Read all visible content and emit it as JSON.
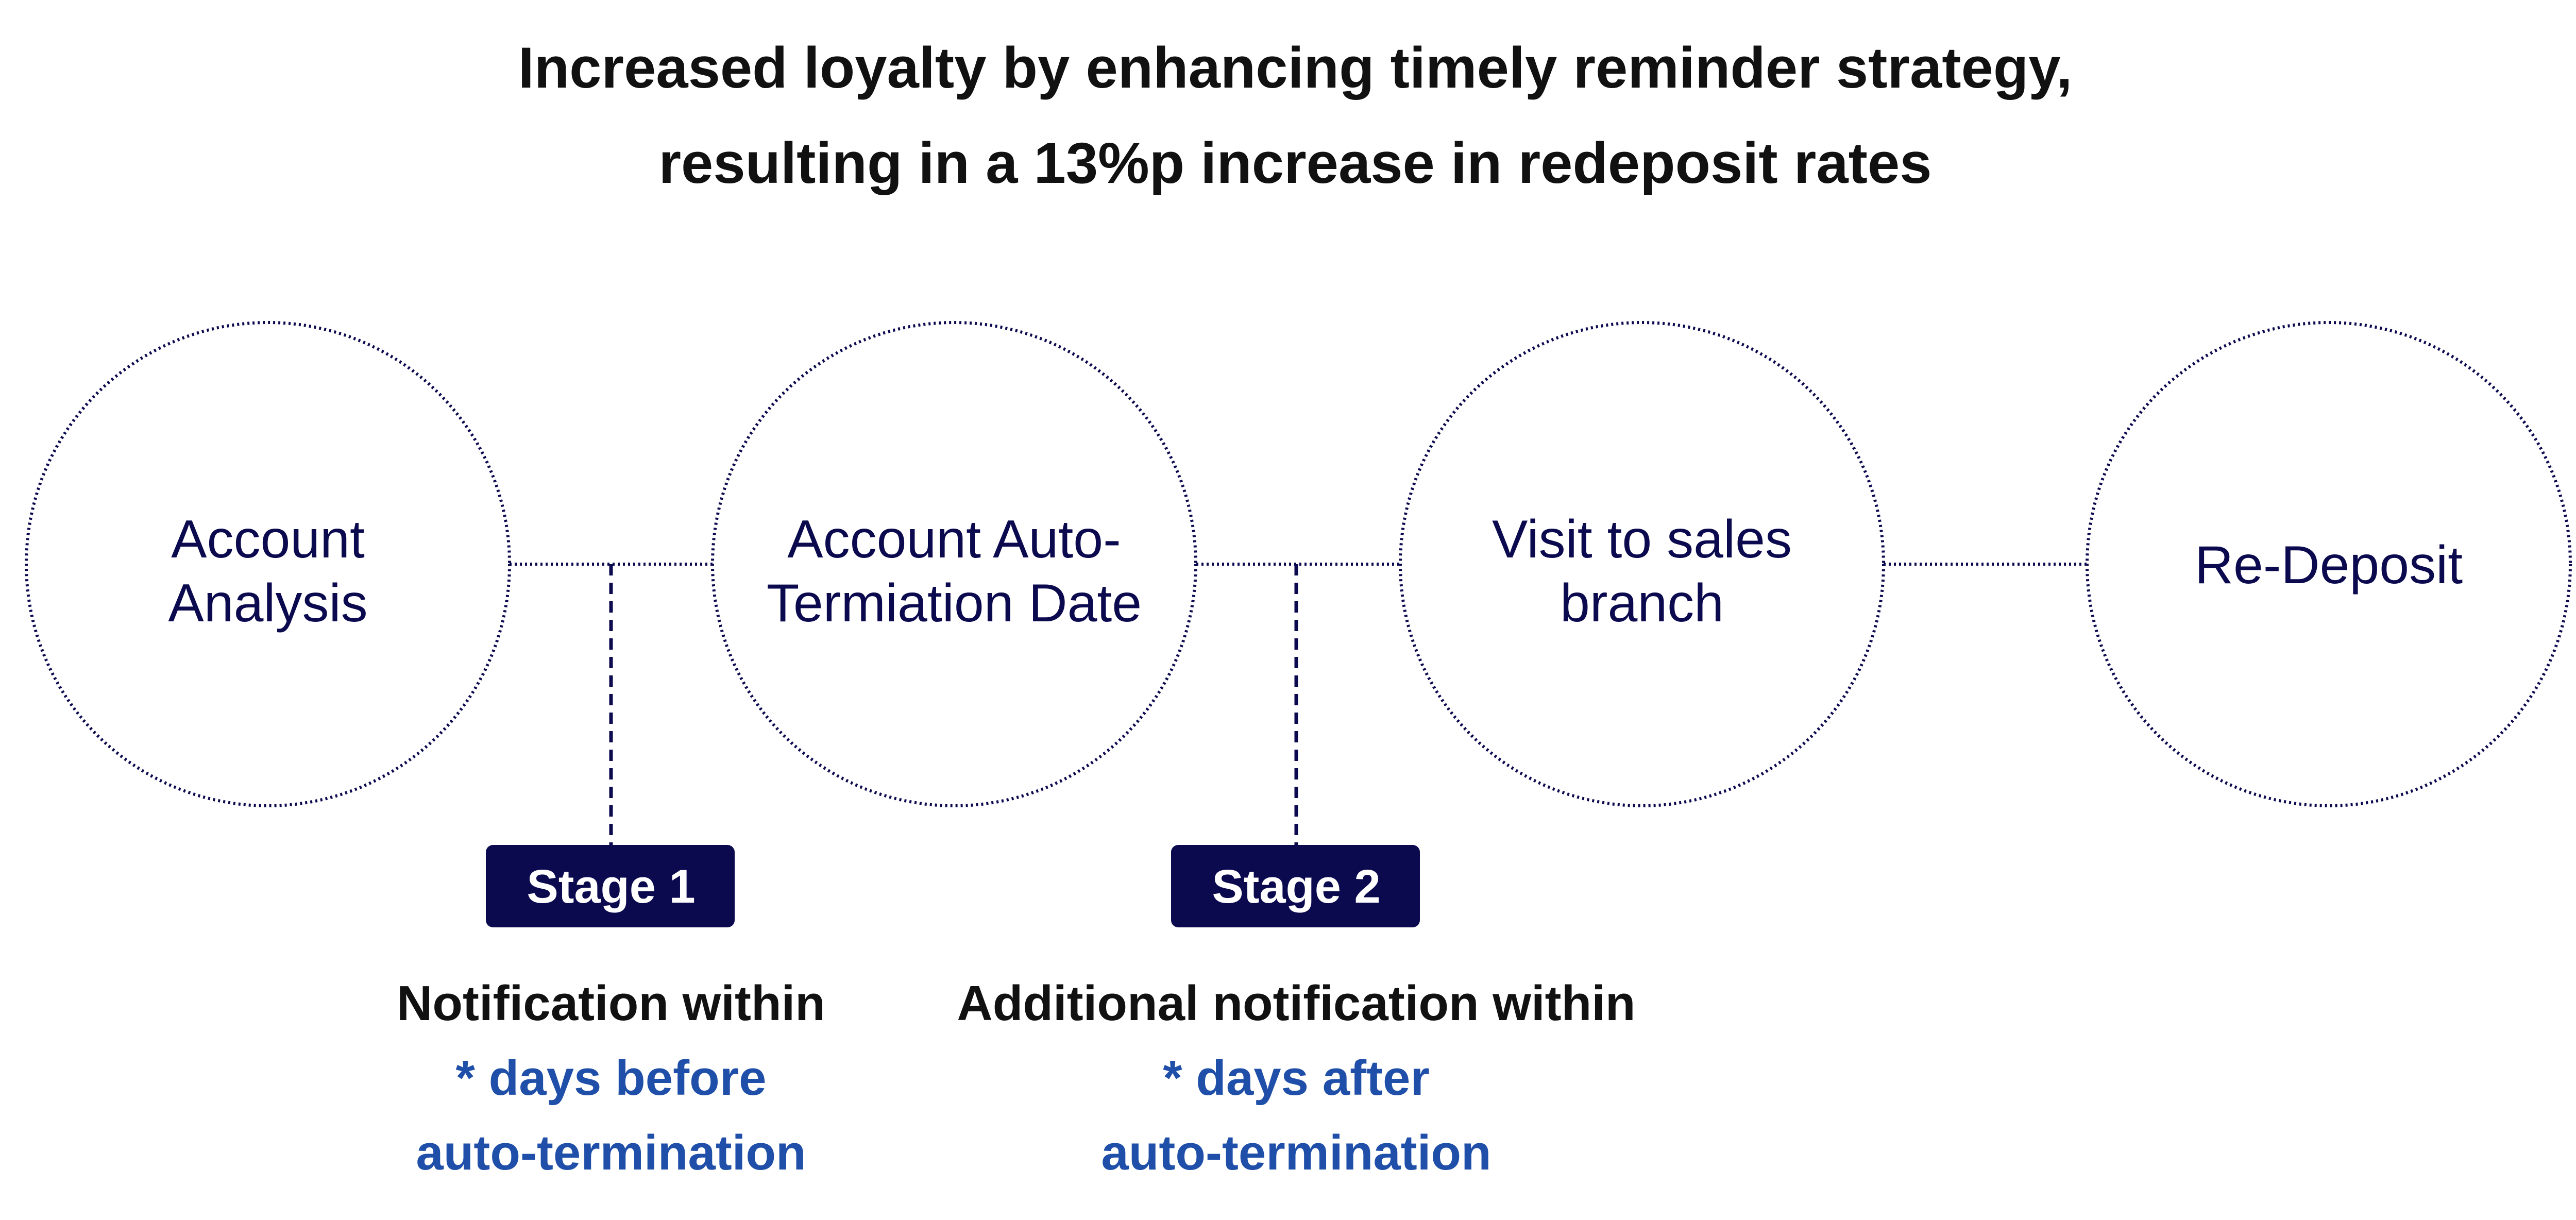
{
  "title": {
    "line1": "Increased loyalty by enhancing timely reminder strategy,",
    "line2": "resulting in a 13%p increase in redeposit rates"
  },
  "nodes": [
    {
      "line1": "Account",
      "line2": "Analysis"
    },
    {
      "line1": "Account Auto-",
      "line2": "Termiation Date"
    },
    {
      "line1": "Visit to sales",
      "line2": "branch"
    },
    {
      "line1": "Re-Deposit",
      "line2": ""
    }
  ],
  "stages": [
    {
      "label": "Stage 1",
      "note_line1": "Notification within",
      "note_line2": "* days before",
      "note_line3": "auto-termination"
    },
    {
      "label": "Stage 2",
      "note_line1": "Additional notification within",
      "note_line2": "* days after",
      "note_line3": "auto-termination"
    }
  ],
  "colors": {
    "navy": "#0c0a4f",
    "blue_text": "#1f4fa8",
    "black_text": "#111111"
  }
}
